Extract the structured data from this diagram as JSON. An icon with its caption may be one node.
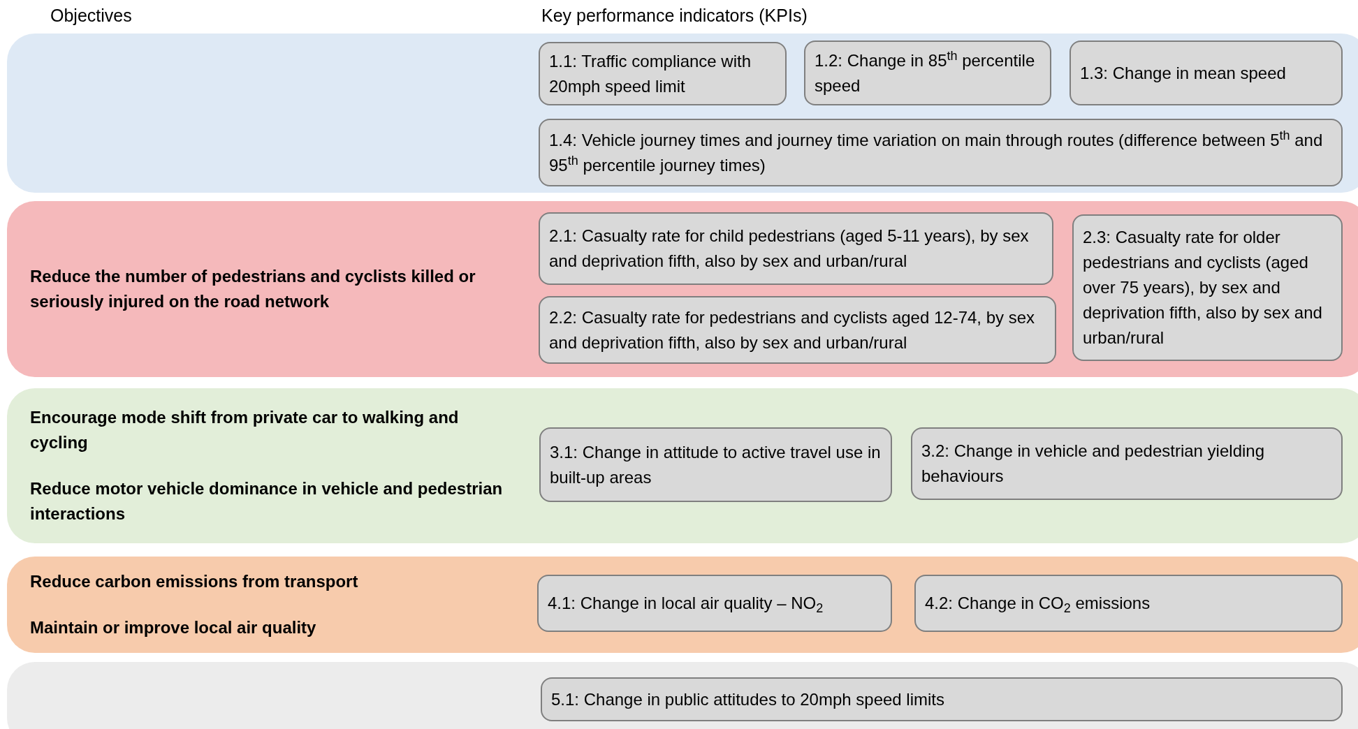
{
  "diagram": {
    "nodes": [
      {
        "text": [],
        "shape": "box"
      },
      {
        "text": [
          "1.1: Traffic compliance with 20mph speed limit"
        ],
        "in": 0
      },
      {
        "text": [
          "1.2: Change in 85$^{th}$ percentile speed"
        ],
        "in": 0
      },
      {
        "text": [
          "1.3: Change in mean speed"
        ],
        "in": 0
      },
      {
        "text": [
          "1.4: Vehicle journey times and journey time variation on main through routes (difference between 5$^{th}$ and 95$^{th}$ percentile journey times)"
        ],
        "in": 0
      },
      {
        "text": [
          "Reduce the number of pedestrians and cyclists killed or seriously injured on the road network"
        ]
      },
      {
        "text": [
          "2.1: Casualty rate for child pedestrians (aged 5-11 years), by sex and deprivation fifth, also by sex and urban/rural"
        ],
        "in": 5
      },
      {
        "text": [
          "2.2: Casualty rate for pedestrians and cyclists aged 12-74, by sex and deprivation fifth, also by sex and urban/rural"
        ],
        "in": 5
      },
      {
        "text": [
          "2.3: Casualty rate for older pedestrians and cyclists (aged over 75 years), by sex and deprivation fifth, also by sex and urban/rural"
        ],
        "in": 5
      },
      {
        "text": [
          "Encourage mode shift from private car to walking and cycling",
          "Reduce motor vehicle dominance in vehicle and pedestrian interactions"
        ]
      },
      {
        "text": [
          "3.1: Change in attitude to active travel use in built-up areas"
        ],
        "in": 9
      },
      {
        "text": [
          "3.2: Change in vehicle and pedestrian yielding behaviours"
        ],
        "in": 9
      },
      {
        "text": [
          "Reduce carbon emissions from transport",
          "Maintain or improve local air quality"
        ]
      },
      {
        "text": [
          "4.1: Change in local air quality – NO$_{2}$"
        ],
        "in": 12
      },
      {
        "text": [
          "4.2: Change in CO$_{2}$ emissions"
        ],
        "in": 12
      },
      {
        "text": [],
        "shape": "box"
      },
      {
        "text": [
          "5.1: Change in public attitudes to 20mph speed limits"
        ],
        "in": 15
      }
    ],
    "labels": [
      "Objectives",
      "Key performance indicators (KPIs)"
    ]
  }
}
